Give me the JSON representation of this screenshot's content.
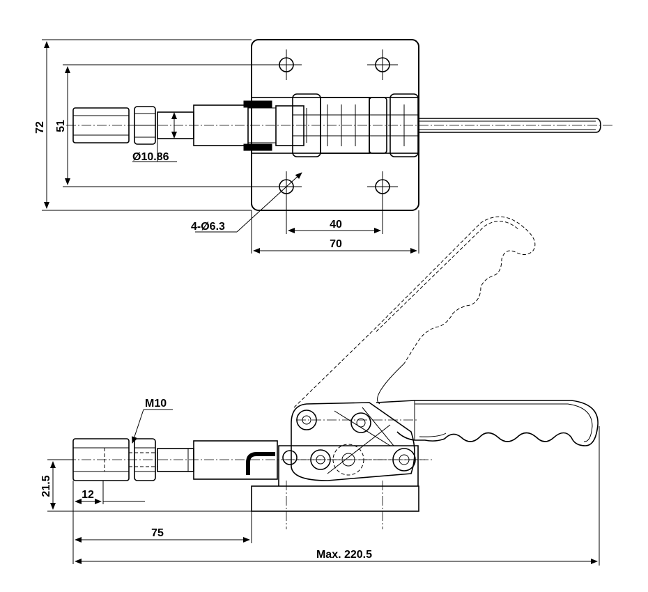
{
  "top_view": {
    "dim_overall_height": "72",
    "dim_hole_spacing_v": "51",
    "dim_plunger_dia": "Ø10.86",
    "dim_holes": "4-Ø6.3",
    "dim_hole_spacing_h": "40",
    "dim_base_width": "70"
  },
  "side_view": {
    "dim_thread": "M10",
    "dim_height": "21.5",
    "dim_thread_len": "12",
    "dim_reach": "75",
    "dim_max_length": "Max. 220.5"
  }
}
